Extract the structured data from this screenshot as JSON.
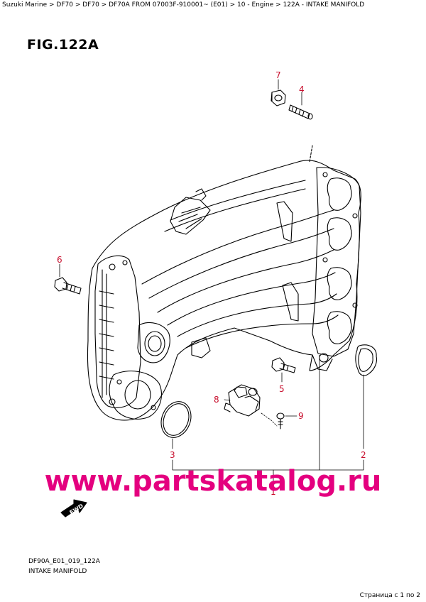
{
  "breadcrumb": [
    "Suzuki Marine",
    "DF70",
    "DF70",
    "DF70A FROM 07003F-910001~ (E01)",
    "10 - Engine",
    "122A - INTAKE MANIFOLD"
  ],
  "breadcrumb_separator": " > ",
  "figure": {
    "title": "FIG.122A",
    "code": "DF90A_E01_019_122A",
    "name": "INTAKE MANIFOLD"
  },
  "callouts": [
    "7",
    "4",
    "6",
    "5",
    "8",
    "9",
    "3",
    "2",
    "1"
  ],
  "watermark": "www.partskatalog.ru",
  "fwd_label": "FWD",
  "pager": "Страница с 1 по 2",
  "colors": {
    "callout": "#c8102e",
    "watermark": "#e4007f",
    "line": "#000000"
  }
}
